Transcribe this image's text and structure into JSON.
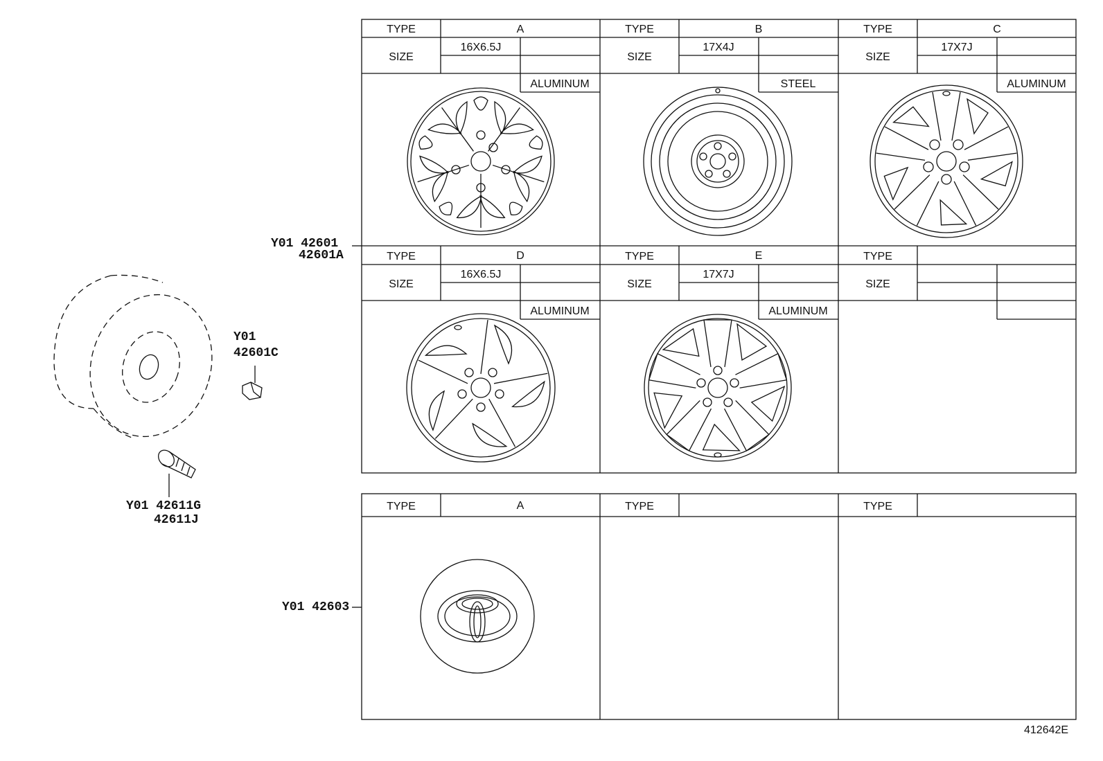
{
  "callouts": {
    "wheel_line1": "Y01 42601",
    "wheel_line2": "42601A",
    "weight_line1": "Y01",
    "weight_line2": "42601C",
    "valve_line1": "Y01 42611G",
    "valve_line2": "42611J",
    "cap": "Y01 42603"
  },
  "labels": {
    "type": "TYPE",
    "size": "SIZE"
  },
  "wheels": [
    {
      "type": "A",
      "size": "16X6.5J",
      "material": "ALUMINUM"
    },
    {
      "type": "B",
      "size": "17X4J",
      "material": "STEEL"
    },
    {
      "type": "C",
      "size": "17X7J",
      "material": "ALUMINUM"
    },
    {
      "type": "D",
      "size": "16X6.5J",
      "material": "ALUMINUM"
    },
    {
      "type": "E",
      "size": "17X7J",
      "material": "ALUMINUM"
    },
    {
      "type": "",
      "size": "",
      "material": ""
    }
  ],
  "caps": [
    {
      "type": "A"
    },
    {
      "type": ""
    },
    {
      "type": ""
    }
  ],
  "diagram_id": "412642E"
}
